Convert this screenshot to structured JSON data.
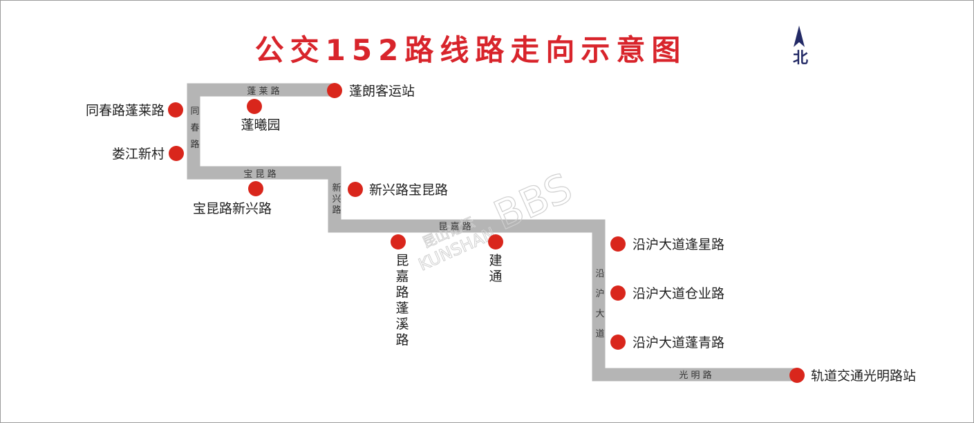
{
  "title": "公交152路线路走向示意图",
  "north_label": "北",
  "watermark": {
    "line1": "昆山论坛",
    "line2": "KUNSHAN",
    "line3": "BBS"
  },
  "colors": {
    "title": "#d8242b",
    "route": "#b5b5b5",
    "stop": "#d9261c",
    "north": "#232a66",
    "text": "#1f1f1f",
    "road_label": "#333333",
    "watermark": "#cfcfcf"
  },
  "roads": {
    "penglai": "蓬 莱 路",
    "tongchun": "同春路",
    "baokun": "宝 昆 路",
    "xinxing": "新兴路",
    "kunjia": "昆 嘉 路",
    "yanhu": "沿沪大道",
    "guangming": "光 明 路"
  },
  "stops": {
    "penglang_terminal": "蓬朗客运站",
    "tongchun_penglai": "同春路蓬莱路",
    "pengxi_garden": "蓬曦园",
    "loujiang_village": "娄江新村",
    "baokun_xinxing": "宝昆路新兴路",
    "xinxing_baokun": "新兴路宝昆路",
    "kunjia_pengxi": "昆嘉路蓬溪路",
    "jiantong": "建通",
    "yanhu_fengxing": "沿沪大道逢星路",
    "yanhu_cangye": "沿沪大道仓业路",
    "yanhu_pengqing": "沿沪大道蓬青路",
    "metro_guangming": "轨道交通光明路站"
  }
}
